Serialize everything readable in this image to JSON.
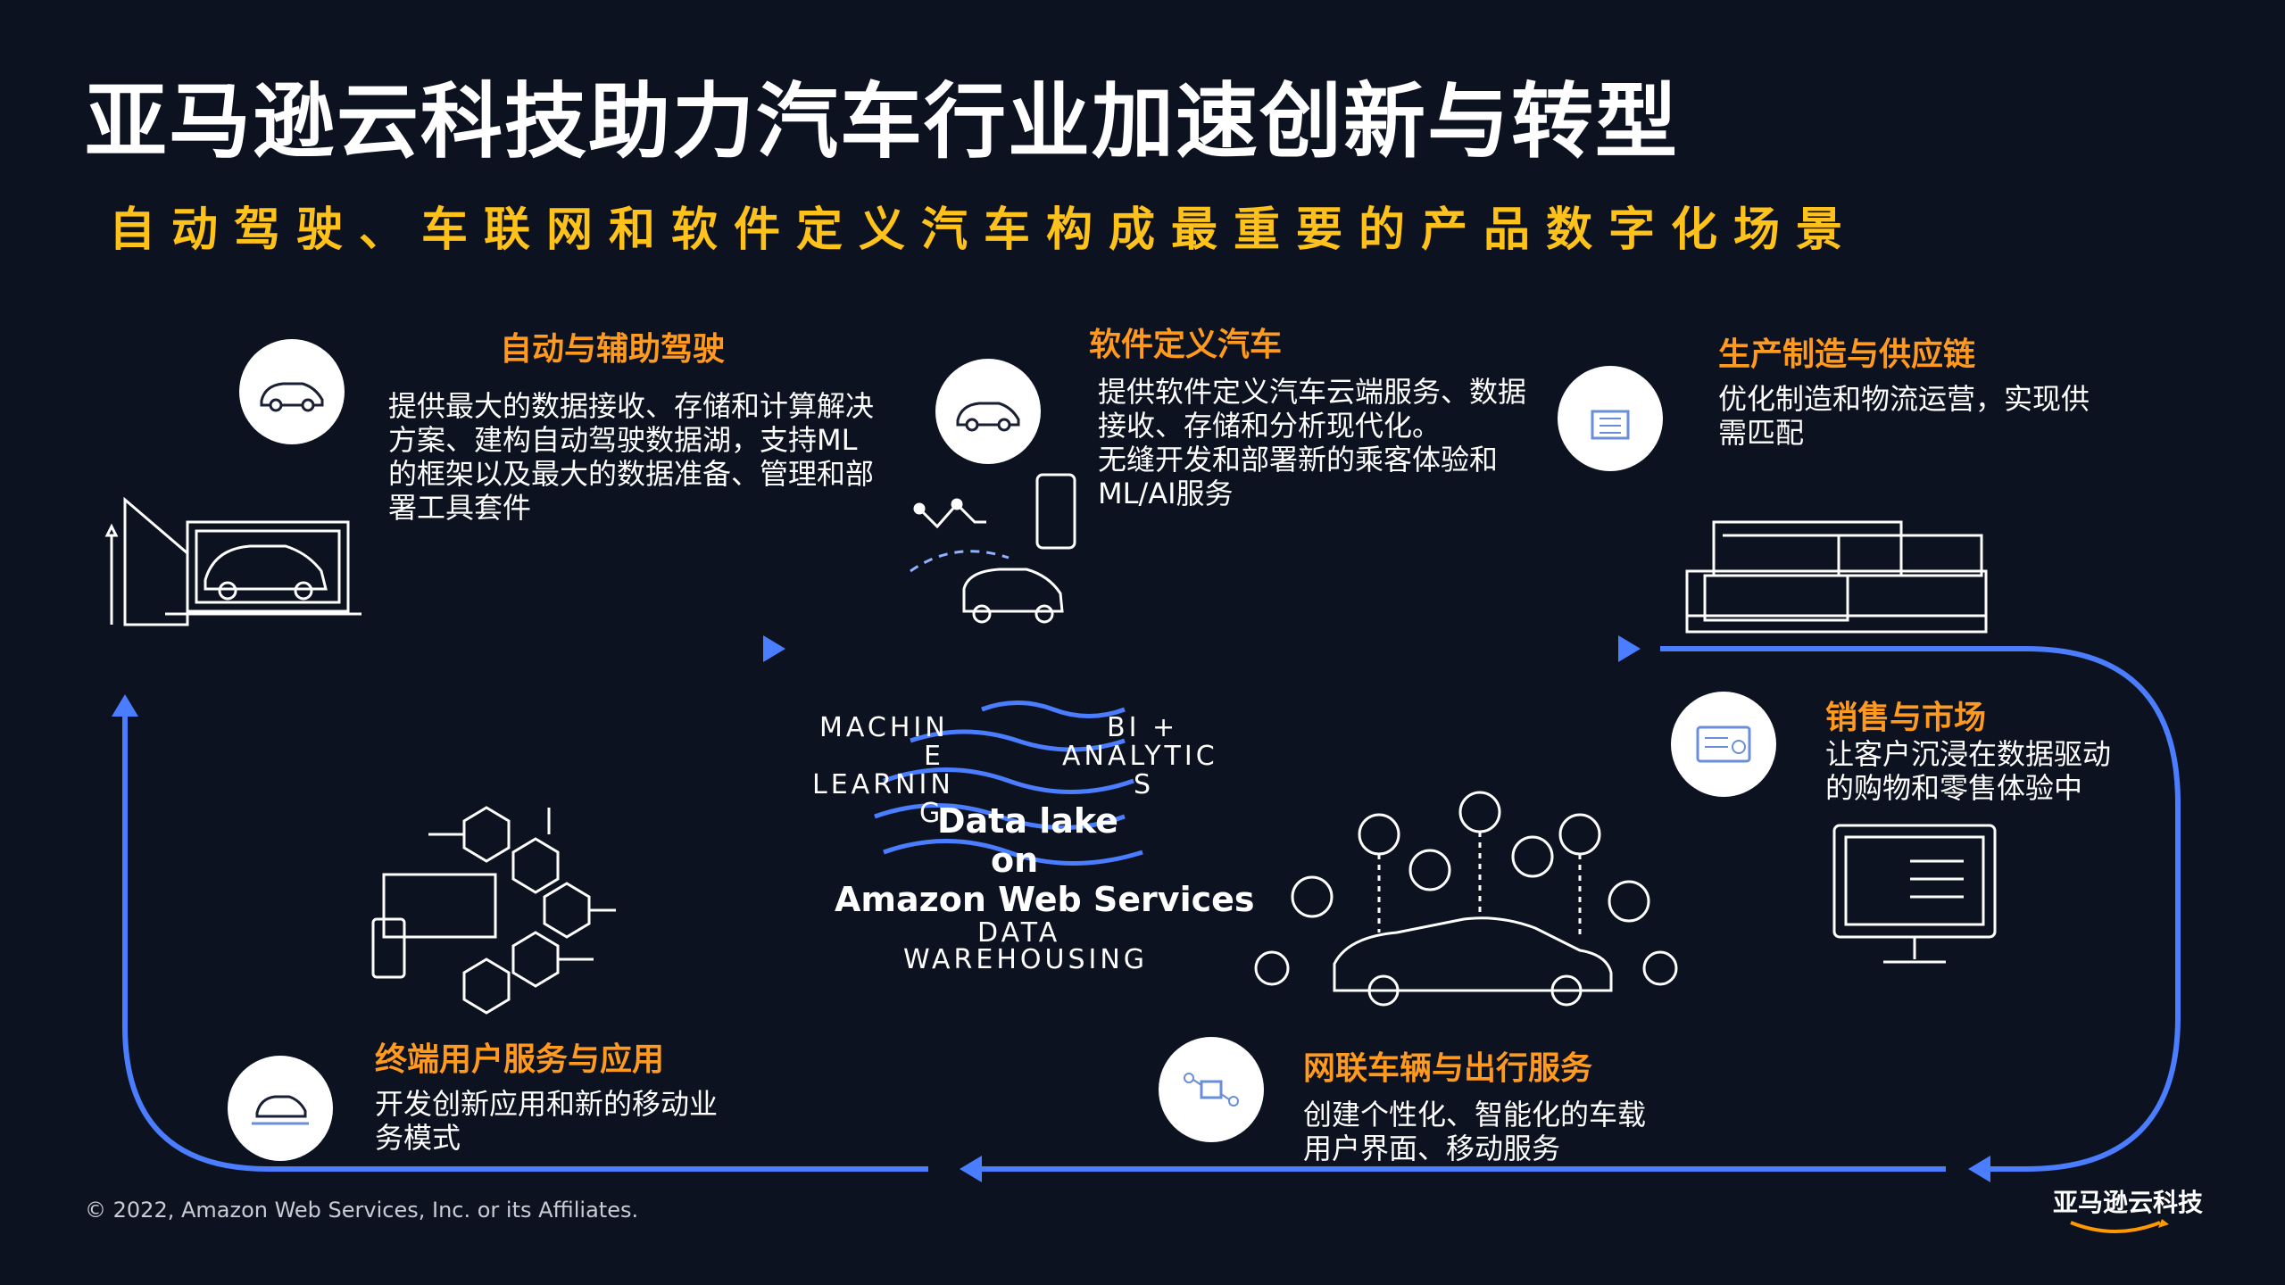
{
  "header": {
    "title": "亚马逊云科技助力汽车行业加速创新与转型",
    "subtitle": "自动驾驶、车联网和软件定义汽车构成最重要的产品数字化场景"
  },
  "sections": {
    "autonomous": {
      "title": "自动与辅助驾驶",
      "desc": "提供最大的数据接收、存储和计算解决\n方案、建构自动驾驶数据湖，支持ML\n的框架以及最大的数据准备、管理和部\n署工具套件"
    },
    "sdv": {
      "title": "软件定义汽车",
      "desc": "提供软件定义汽车云端服务、数据\n接收、存储和分析现代化。\n无缝开发和部署新的乘客体验和\nML/AI服务"
    },
    "manufacturing": {
      "title": "生产制造与供应链",
      "desc": "优化制造和物流运营，实现供\n需匹配"
    },
    "sales": {
      "title": "销售与市场",
      "desc": "让客户沉浸在数据驱动\n的购物和零售体验中"
    },
    "connected": {
      "title": "网联车辆与出行服务",
      "desc": "创建个性化、智能化的车载\n用户界面、移动服务"
    },
    "enduser": {
      "title": "终端用户服务与应用",
      "desc": "开发创新应用和新的移动业\n务模式"
    }
  },
  "center": {
    "ml_line1": "MACHIN",
    "ml_line2": "E",
    "ml_line3": "LEARNIN",
    "ml_line4": "G",
    "bi_line1": "BI +",
    "bi_line2": "ANALYTIC",
    "bi_line3": "S",
    "lake_line1": "Data lake",
    "lake_line2": "on",
    "lake_line3": "Amazon Web Services",
    "dw_line1": "DATA",
    "dw_line2": "WAREHOUSING"
  },
  "footer": {
    "copyright": "© 2022, Amazon Web Services, Inc. or its Affiliates.",
    "brand": "亚马逊云科技"
  },
  "colors": {
    "background": "#0d1220",
    "accent_yellow": "#ffc21a",
    "accent_orange": "#ff9a1e",
    "flow_blue": "#4a7dff"
  }
}
